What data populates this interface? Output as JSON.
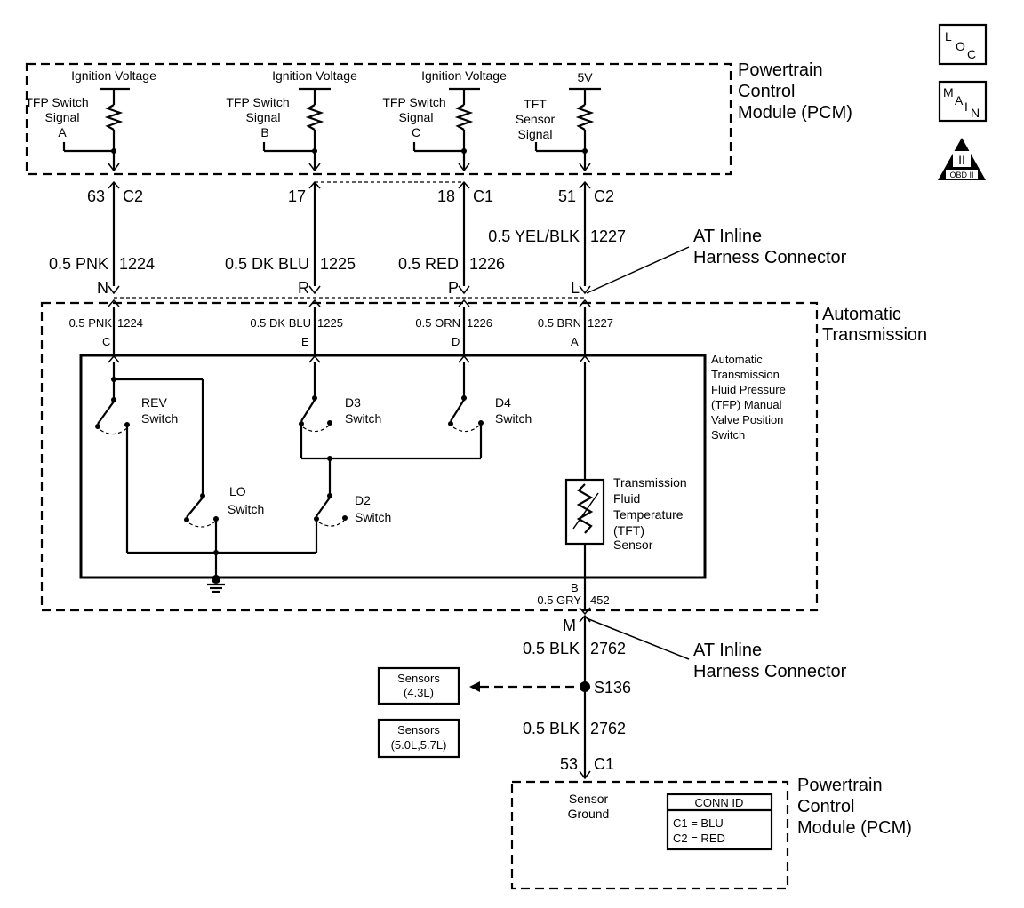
{
  "icons": {
    "loc": {
      "l": "L",
      "o": "O",
      "c": "C"
    },
    "main": {
      "m": "M",
      "a": "A",
      "i": "I",
      "n": "N"
    },
    "obd": {
      "num": "II",
      "label": "OBD II"
    }
  },
  "pcm_top": {
    "title": [
      "Powertrain",
      "Control",
      "Module (PCM)"
    ],
    "circuits": [
      {
        "supply": "Ignition Voltage",
        "label": [
          "TFP Switch",
          "Signal",
          "A"
        ]
      },
      {
        "supply": "Ignition Voltage",
        "label": [
          "TFP Switch",
          "Signal",
          "B"
        ]
      },
      {
        "supply": "Ignition Voltage",
        "label": [
          "TFP Switch",
          "Signal",
          "C"
        ]
      },
      {
        "supply": "5V",
        "label": [
          "TFT",
          "Sensor",
          "Signal"
        ]
      }
    ]
  },
  "pcm_pins": [
    {
      "pin": "63",
      "conn": "C2"
    },
    {
      "pin": "17",
      "conn": ""
    },
    {
      "pin": "18",
      "conn": "C1"
    },
    {
      "pin": "51",
      "conn": "C2"
    }
  ],
  "wires_upper": [
    {
      "wire": "0.5 PNK",
      "circuit": "1224"
    },
    {
      "wire": "0.5 DK BLU",
      "circuit": "1225"
    },
    {
      "wire": "0.5 RED",
      "circuit": "1226"
    },
    {
      "wire": "0.5 YEL/BLK",
      "circuit": "1227"
    }
  ],
  "inline_pins_upper": [
    "N",
    "R",
    "P",
    "L"
  ],
  "inline_connector": [
    "AT Inline",
    "Harness Connector"
  ],
  "auto_trans": {
    "title": [
      "Automatic",
      "Transmission"
    ],
    "wires": [
      {
        "wire": "0.5 PNK",
        "circuit": "1224",
        "pin": "C"
      },
      {
        "wire": "0.5 DK BLU",
        "circuit": "1225",
        "pin": "E"
      },
      {
        "wire": "0.5 ORN",
        "circuit": "1226",
        "pin": "D"
      },
      {
        "wire": "0.5 BRN",
        "circuit": "1227",
        "pin": "A"
      }
    ],
    "tfp_label": [
      "Automatic",
      "Transmission",
      "Fluid Pressure",
      "(TFP) Manual",
      "Valve Position",
      "Switch"
    ],
    "switches": {
      "rev": [
        "REV",
        "Switch"
      ],
      "d3": [
        "D3",
        "Switch"
      ],
      "d4": [
        "D4",
        "Switch"
      ],
      "lo": [
        "LO",
        "Switch"
      ],
      "d2": [
        "D2",
        "Switch"
      ]
    },
    "tft_label": [
      "Transmission",
      "Fluid",
      "Temperature",
      "(TFT)",
      "Sensor"
    ],
    "bottom_pin": "B",
    "bottom_wire": {
      "wire": "0.5 GRY",
      "circuit": "452"
    }
  },
  "inline_pin_lower": "M",
  "wires_lower": [
    {
      "wire": "0.5 BLK",
      "circuit": "2762"
    },
    {
      "wire": "0.5 BLK",
      "circuit": "2762"
    }
  ],
  "splice": "S136",
  "sensor_boxes": [
    [
      "Sensors",
      "(4.3L)"
    ],
    [
      "Sensors",
      "(5.0L,5.7L)"
    ]
  ],
  "pcm_bottom_pin": {
    "pin": "53",
    "conn": "C1"
  },
  "pcm_bottom": {
    "title": [
      "Powertrain",
      "Control",
      "Module (PCM)"
    ],
    "ground_label": [
      "Sensor",
      "Ground"
    ],
    "conn_id": {
      "header": "CONN ID",
      "rows": [
        "C1 = BLU",
        "C2 = RED"
      ]
    }
  }
}
